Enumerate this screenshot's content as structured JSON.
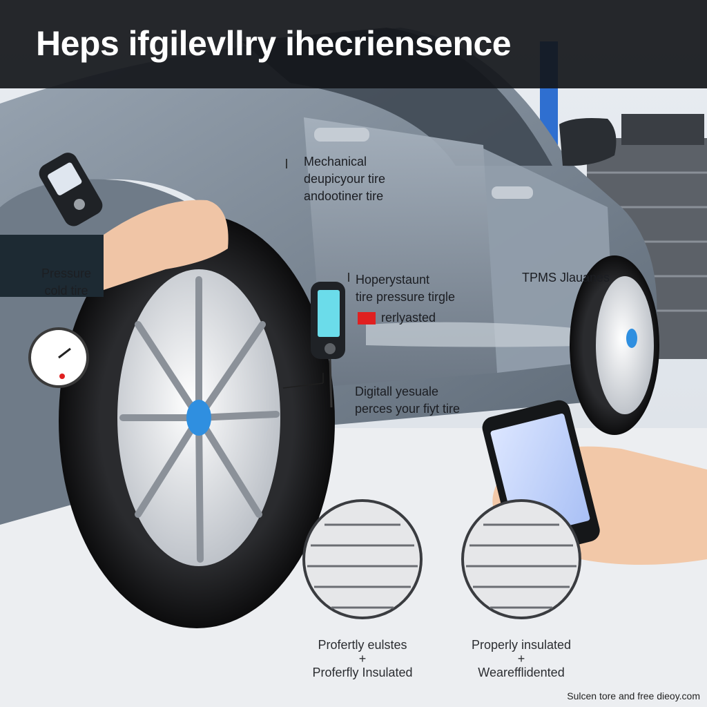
{
  "title": "Heps ifgilevllry ihecriensence",
  "labels": {
    "mechanical": [
      "Mechanical",
      "deupicyour tire",
      "andootiner tire"
    ],
    "pressure_cold": [
      "Pressure",
      "cold tire"
    ],
    "hoperystaunt": [
      "Hoperystaunt",
      "tire pressure tirgle"
    ],
    "rerly_asted": "rerlyasted",
    "tpms": "TPMS Jlauanes",
    "digital": [
      "Digitall yesuale",
      "perces your fiyt tire"
    ],
    "left_tire": [
      "Profertly eulstes",
      "+",
      "Proferfly Insulated"
    ],
    "right_tire": [
      "Properly insulated",
      "+",
      "Wearefflidented"
    ]
  },
  "footer": "Sulcen tore and free dieoy.com",
  "colors": {
    "title_bg": "#14161a",
    "accent_red": "#e02020",
    "hub_blue": "#2f8fe0",
    "car_body": "#8a96a4"
  }
}
